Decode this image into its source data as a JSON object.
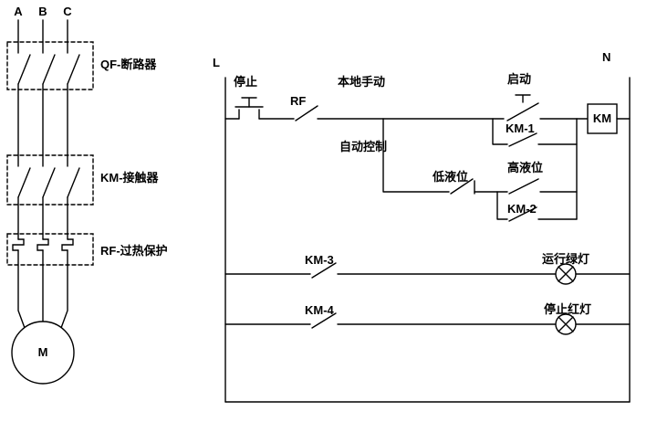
{
  "diagram": {
    "title_hint": "motor-contactor-control-circuit",
    "colors": {
      "line": "#000000",
      "background": "#ffffff"
    },
    "power": {
      "phases": [
        "A",
        "B",
        "C"
      ],
      "breaker_label": "QF-断路器",
      "contactor_label": "KM-接触器",
      "overload_label": "RF-过热保护",
      "motor_label": "M"
    },
    "control": {
      "left_rail": "L",
      "right_rail": "N",
      "stop_button": "停止",
      "rf_contact": "RF",
      "local_manual": "本地手动",
      "start_button": "启动",
      "km1_contact": "KM-1",
      "auto_control": "自动控制",
      "low_level": "低液位",
      "high_level": "高液位",
      "km2_contact": "KM-2",
      "coil": "KM",
      "km3_contact": "KM-3",
      "green_lamp": "运行绿灯",
      "km4_contact": "KM-4",
      "red_lamp": "停止红灯"
    }
  }
}
